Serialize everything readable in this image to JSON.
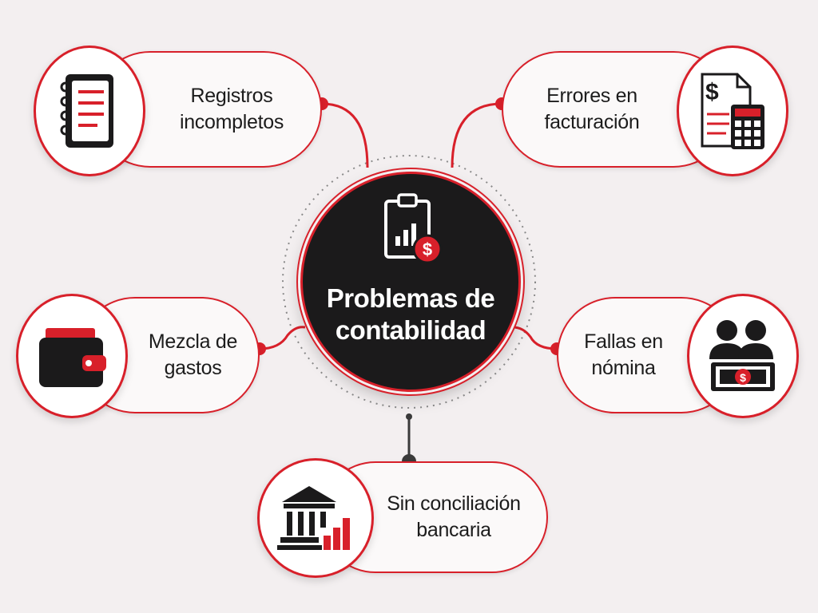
{
  "center": {
    "title_line1": "Problemas de",
    "title_line2": "contabilidad",
    "icon": "clipboard-chart-dollar-icon"
  },
  "nodes": [
    {
      "id": "registros",
      "line1": "Registros",
      "line2": "incompletos",
      "icon": "notebook-icon"
    },
    {
      "id": "errores",
      "line1": "Errores en",
      "line2": "facturación",
      "icon": "invoice-calculator-icon"
    },
    {
      "id": "mezcla",
      "line1": "Mezcla de",
      "line2": "gastos",
      "icon": "wallet-icon"
    },
    {
      "id": "fallas",
      "line1": "Fallas en",
      "line2": "nómina",
      "icon": "people-money-icon"
    },
    {
      "id": "conciliacion",
      "line1": "Sin conciliación",
      "line2": "bancaria",
      "icon": "bank-chart-icon"
    }
  ],
  "colors": {
    "accent": "#d8202a",
    "dark": "#1b1a1b",
    "background": "#f3eff0"
  }
}
